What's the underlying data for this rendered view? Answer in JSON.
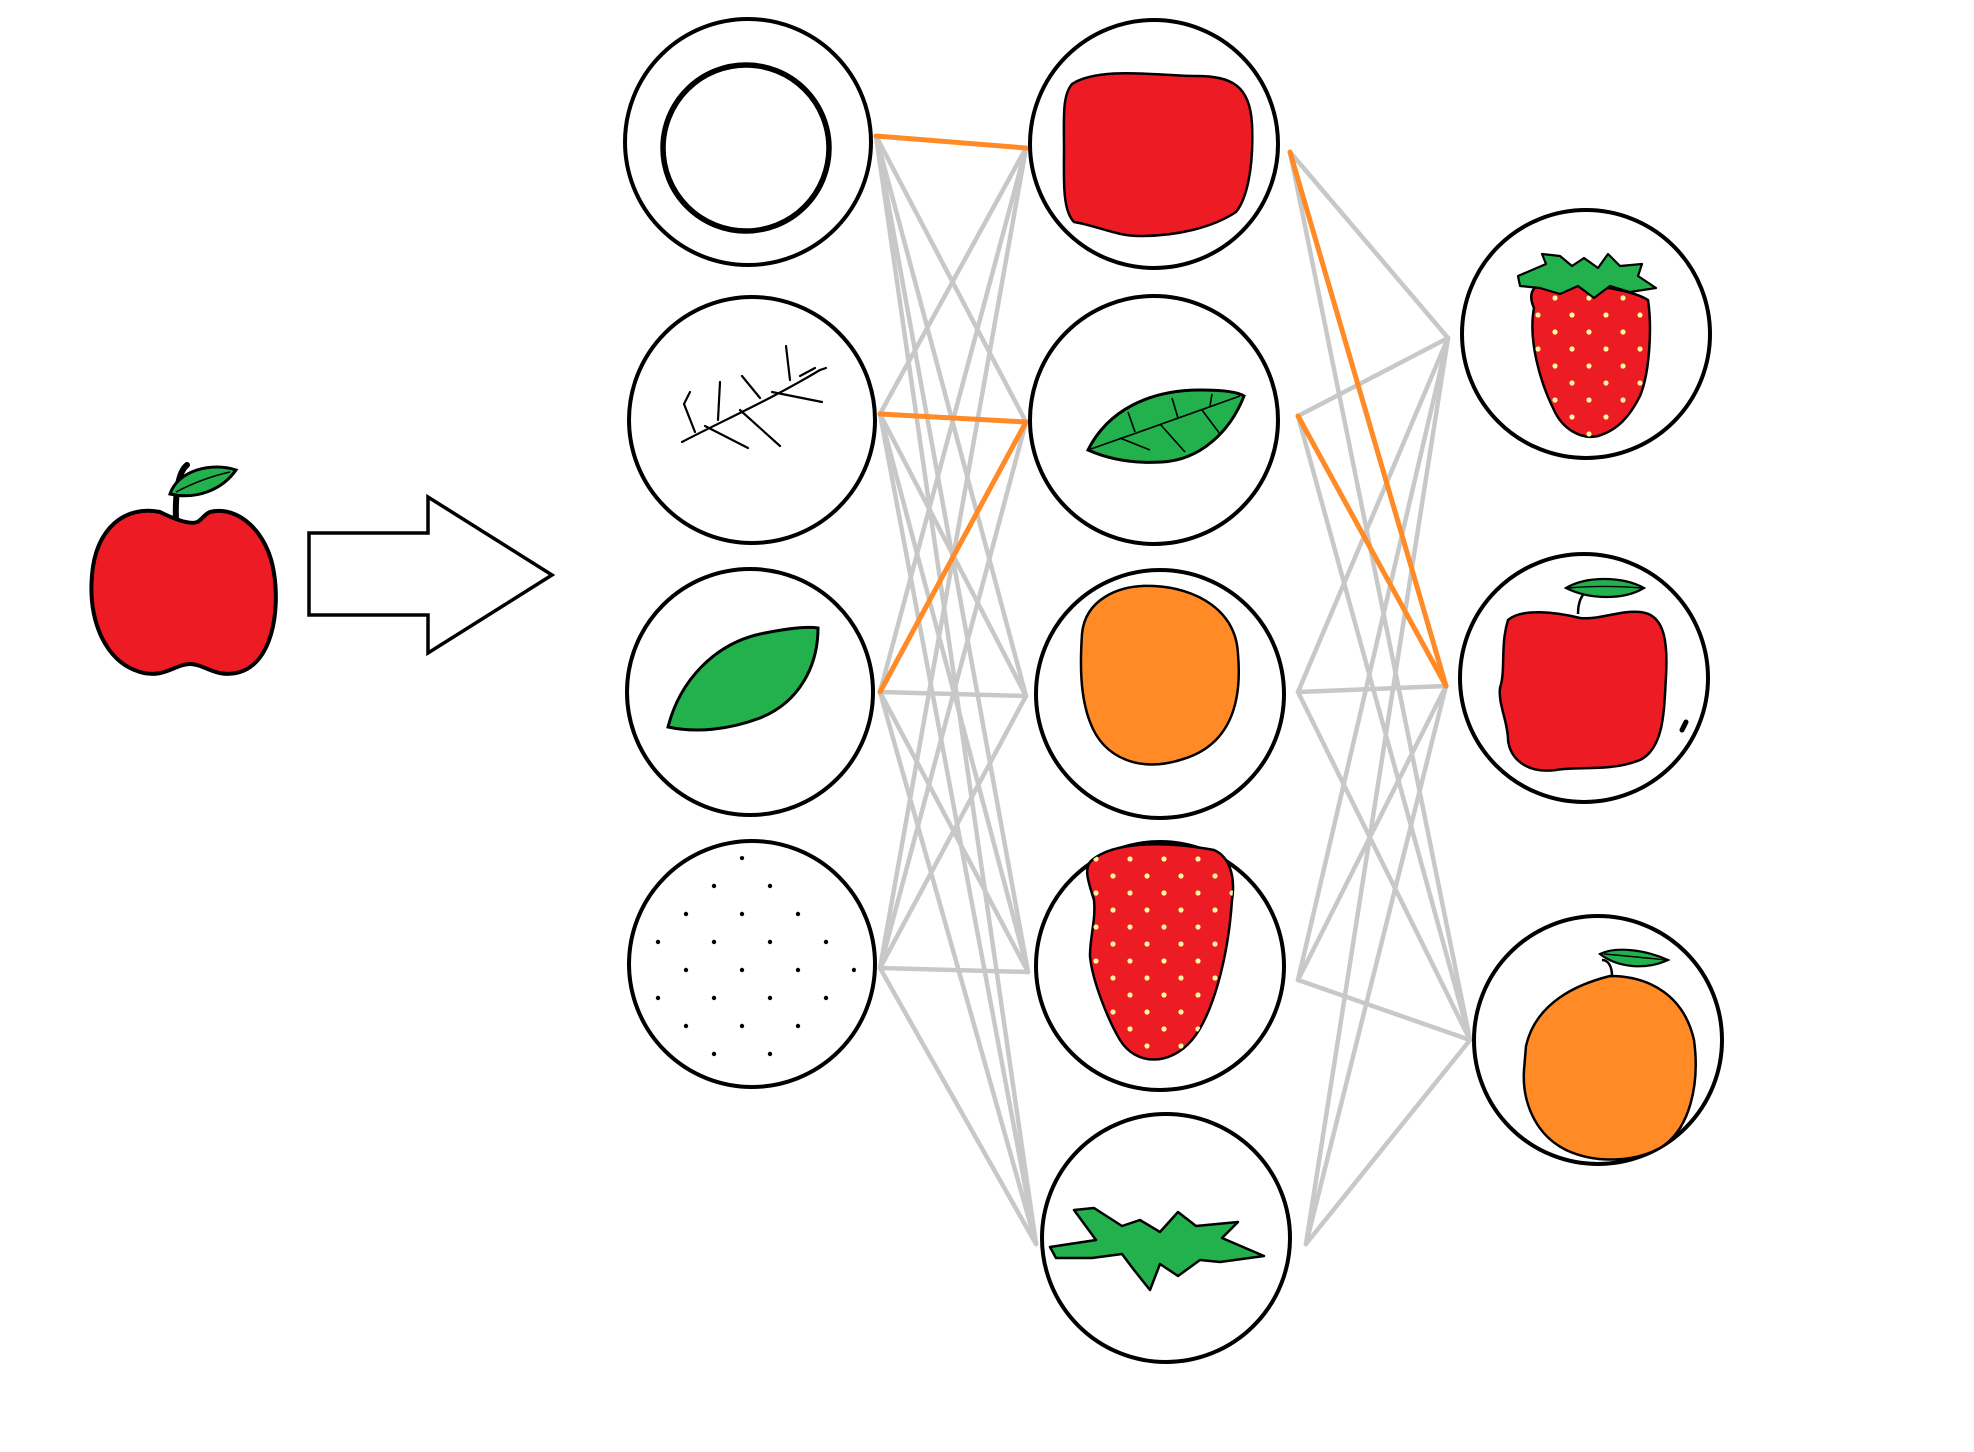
{
  "diagram": {
    "type": "neural-network-illustration",
    "input": {
      "icon": "apple-icon"
    },
    "arrow": {
      "icon": "right-arrow-icon"
    },
    "colors": {
      "inactive_edge": "#c8c8c8",
      "active_edge": "#ff8a26",
      "red": "#ed1c24",
      "green": "#22b14c",
      "orange": "#ff8a26",
      "outline": "#000000",
      "background": "#ffffff"
    },
    "layers": [
      {
        "name": "input-features",
        "nodes": [
          {
            "id": "round-shape",
            "icon": "ring-icon"
          },
          {
            "id": "branch",
            "icon": "branch-icon"
          },
          {
            "id": "green-leaf",
            "icon": "leaf-icon"
          },
          {
            "id": "dotted-texture",
            "icon": "dots-icon"
          }
        ]
      },
      {
        "name": "hidden-features",
        "nodes": [
          {
            "id": "red-body",
            "icon": "red-blob-icon"
          },
          {
            "id": "leaf-with-veins",
            "icon": "veined-leaf-icon"
          },
          {
            "id": "orange-body",
            "icon": "orange-circle-icon"
          },
          {
            "id": "strawberry-body",
            "icon": "strawberry-body-icon"
          },
          {
            "id": "strawberry-top",
            "icon": "sepal-icon"
          }
        ]
      },
      {
        "name": "output-classes",
        "nodes": [
          {
            "id": "strawberry",
            "icon": "strawberry-icon"
          },
          {
            "id": "apple",
            "icon": "apple-output-icon"
          },
          {
            "id": "orange",
            "icon": "orange-fruit-icon"
          }
        ]
      }
    ],
    "active_connections": [
      {
        "from": "round-shape",
        "to": "red-body"
      },
      {
        "from": "branch",
        "to": "leaf-with-veins"
      },
      {
        "from": "green-leaf",
        "to": "leaf-with-veins"
      },
      {
        "from": "red-body",
        "to": "apple"
      },
      {
        "from": "leaf-with-veins",
        "to": "apple"
      }
    ]
  }
}
